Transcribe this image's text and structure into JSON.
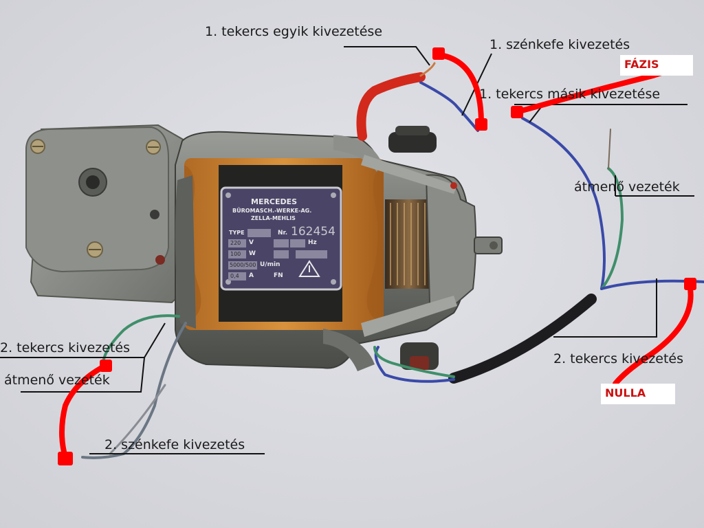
{
  "labels": {
    "coil1_end_a": "1. tekercs egyik kivezetése",
    "brush1": "1. szénkefe kivezetés",
    "coil1_end_b": "1. tekercs másik kivezetése",
    "through_wire_right": "átmenő vezeték",
    "coil2_right": "2. tekercs kivezetés",
    "coil2_left": "2. tekercs kivezetés",
    "through_wire_left": "átmenő vezeték",
    "brush2": "2. szénkefe kivezetés"
  },
  "tags": {
    "phase": "FÁZIS",
    "neutral": "NULLA"
  },
  "nameplate": {
    "brand": "MERCEDES",
    "maker_line1": "BÜROMASCH.-WERKE-AG.",
    "maker_line2": "ZELLA-MEHLIS",
    "type_label": "TYPE",
    "nr_label": "Nr.",
    "serial": "162454",
    "volt_value": "220",
    "volt_unit": "V",
    "hz_unit": "Hz",
    "watt_value": "100",
    "watt_unit": "W",
    "rpm_value": "5000/500",
    "rpm_unit": "U/min",
    "amp_value": "0,4",
    "amp_unit": "A",
    "fn": "FN"
  },
  "colors": {
    "background": "#d9dadf",
    "annotation_red": "#ff0000",
    "wire_blue": "#3a4aa8",
    "wire_green": "#3f8f6a"
  }
}
